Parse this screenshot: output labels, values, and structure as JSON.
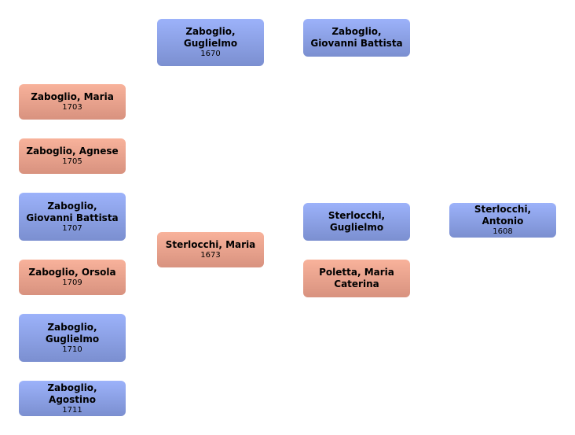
{
  "persons": [
    {
      "name": "Zaboglio, Guglielmo",
      "year": "1670",
      "sex": "male"
    },
    {
      "name": "Zaboglio, Giovanni Battista",
      "year": "",
      "sex": "male"
    },
    {
      "name": "Zaboglio, Maria",
      "year": "1703",
      "sex": "female"
    },
    {
      "name": "Zaboglio, Agnese",
      "year": "1705",
      "sex": "female"
    },
    {
      "name": "Zaboglio, Giovanni Battista",
      "year": "1707",
      "sex": "male"
    },
    {
      "name": "Zaboglio, Orsola",
      "year": "1709",
      "sex": "female"
    },
    {
      "name": "Zaboglio, Guglielmo",
      "year": "1710",
      "sex": "male"
    },
    {
      "name": "Zaboglio, Agostino",
      "year": "1711",
      "sex": "male"
    },
    {
      "name": "Sterlocchi, Maria",
      "year": "1673",
      "sex": "female"
    },
    {
      "name": "Sterlocchi, Guglielmo",
      "year": "",
      "sex": "male"
    },
    {
      "name": "Poletta, Maria Caterina",
      "year": "",
      "sex": "female"
    },
    {
      "name": "Sterlocchi, Antonio",
      "year": "1608",
      "sex": "male"
    }
  ],
  "colors": {
    "male": "#8ea3e8",
    "female": "#eca28d"
  }
}
